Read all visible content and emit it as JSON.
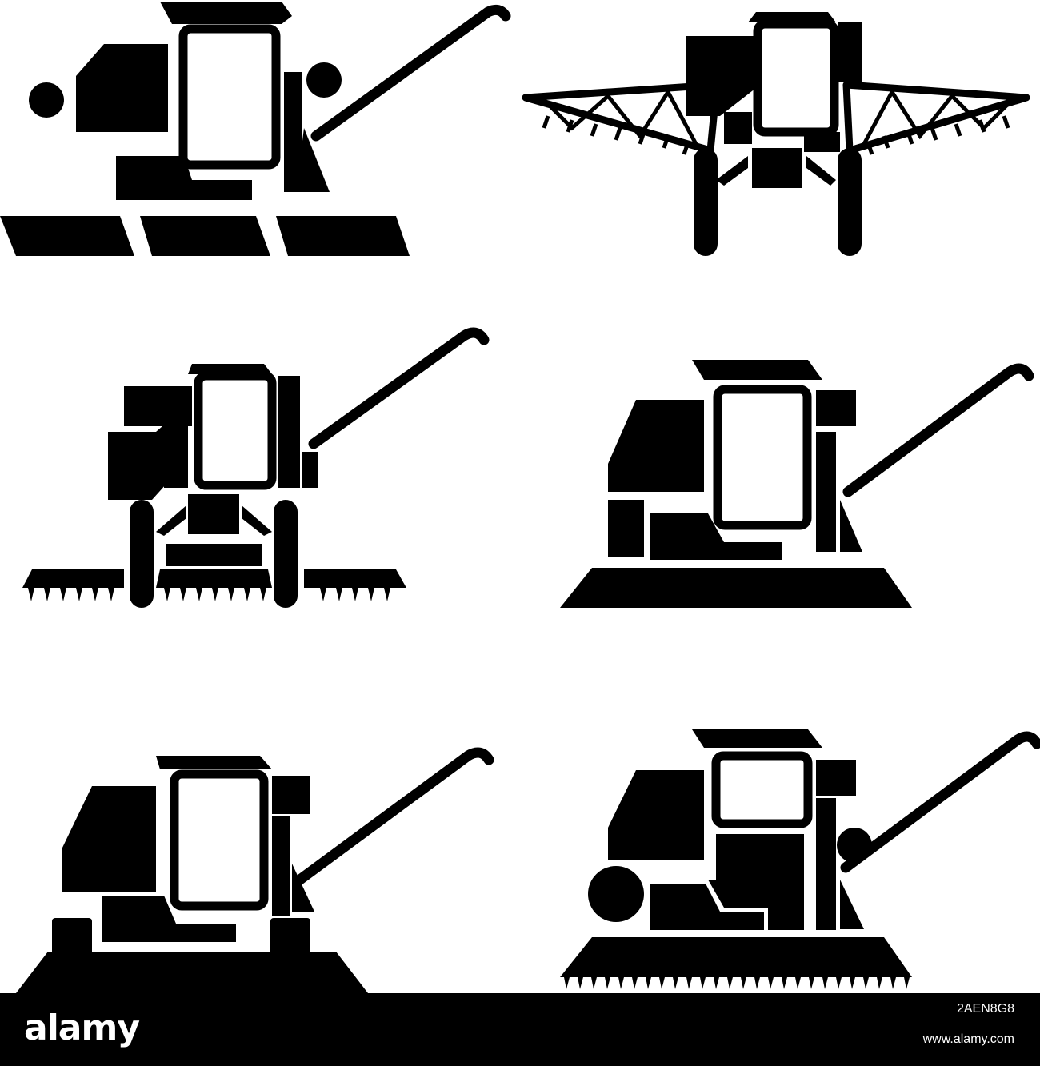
{
  "footer": {
    "brand": "alamy",
    "image_id": "2AEN8G8",
    "site": "www.alamy.com",
    "background_color": "#000000",
    "text_color": "#ffffff"
  },
  "icons": [
    {
      "name": "combine-harvester-icon"
    },
    {
      "name": "crop-sprayer-icon"
    },
    {
      "name": "combine-harvester-front-icon"
    },
    {
      "name": "combine-harvester-icon"
    },
    {
      "name": "combine-harvester-icon"
    },
    {
      "name": "combine-harvester-icon"
    }
  ],
  "colors": {
    "ink": "#000000",
    "background": "#ffffff"
  }
}
